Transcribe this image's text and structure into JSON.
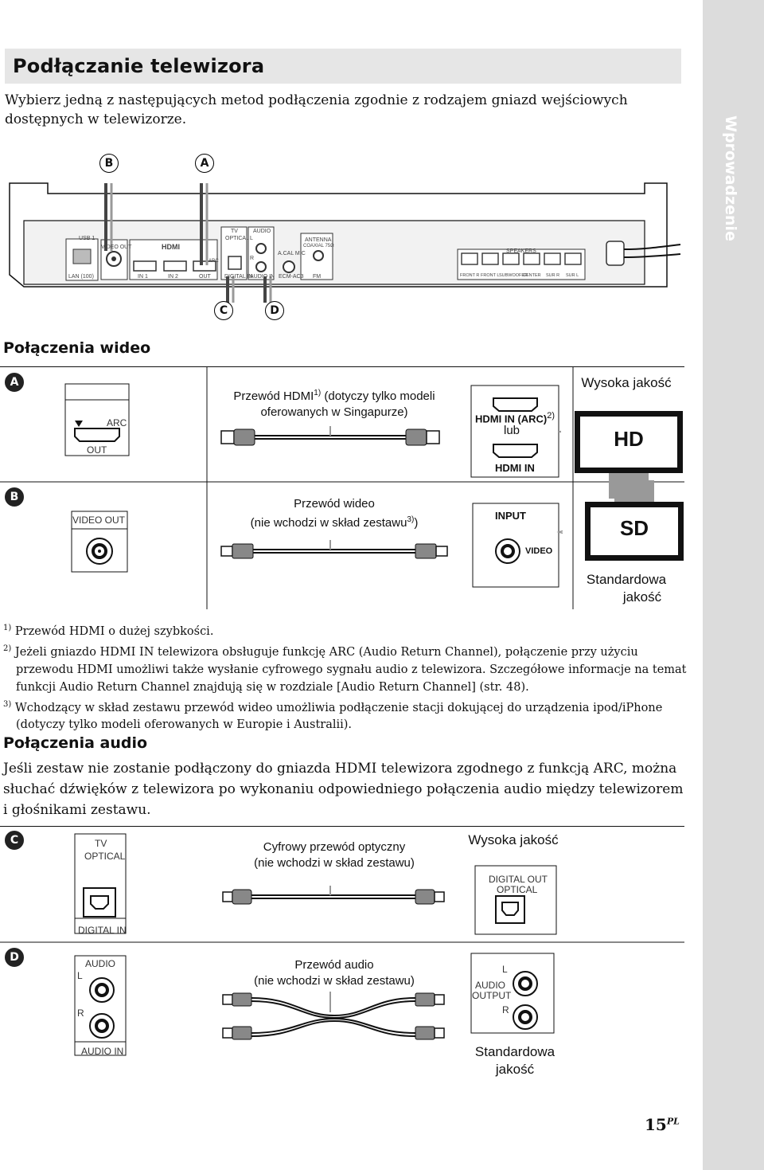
{
  "side_tab": {
    "label": "Wprowadzenie"
  },
  "header": {
    "title": "Podłączanie telewizora",
    "intro": "Wybierz jedną z następujących metod podłączenia zgodnie z rodzajem gniazd wejściowych dostępnych w telewizorze."
  },
  "device": {
    "badge_b": "B",
    "badge_a": "A",
    "badge_c": "C",
    "badge_d": "D",
    "usb": "USB 1",
    "video_out": "VIDEO OUT",
    "hdmi_logo": "HDMI",
    "lan": "LAN (100)",
    "in1": "IN 1",
    "in2": "IN 2",
    "out": "OUT",
    "arc": "ARC",
    "tv": "TV",
    "optical": "OPTICAL",
    "digital_in": "DIGITAL IN",
    "audio": "AUDIO",
    "audio_l": "L",
    "audio_r": "R",
    "audio_in": "AUDIO IN",
    "acal_mic": "A.CAL MIC",
    "ecm": "ECM-AC3",
    "antenna": "ANTENNA",
    "coaxial": "COAXIAL 75Ω",
    "fm": "FM",
    "speakers": "SPEAKERS",
    "speaker_labels": [
      "FRONT R",
      "FRONT L",
      "SUBWOOFER",
      "CENTER",
      "SUR R",
      "SUR L"
    ]
  },
  "video": {
    "heading": "Połączenia wideo",
    "a": {
      "badge": "A",
      "panel_arc": "ARC",
      "panel_out": "OUT",
      "cable_caption_1": "Przewód HDMI",
      "cable_caption_sup": "1)",
      "cable_caption_2": " (dotyczy tylko modeli",
      "cable_caption_3": "oferowanych w Singapurze)",
      "tv_hdmi_arc": "HDMI IN (ARC)",
      "tv_hdmi_arc_sup": "2)",
      "tv_or": "lub",
      "tv_hdmi_in": "HDMI IN",
      "quality": "Wysoka jakość",
      "screen": "HD"
    },
    "b": {
      "badge": "B",
      "panel_label": "VIDEO OUT",
      "cable_caption_1": "Przewód wideo",
      "cable_caption_2": "(nie wchodzi w skład zestawu",
      "cable_caption_sup": "3)",
      "cable_caption_3": ")",
      "tv_input": "INPUT",
      "tv_video": "VIDEO",
      "screen": "SD",
      "quality_1": "Standardowa",
      "quality_2": "jakość"
    }
  },
  "footnotes": [
    {
      "num": "1)",
      "text": "Przewód HDMI o dużej szybkości."
    },
    {
      "num": "2)",
      "text": "Jeżeli gniazdo HDMI IN telewizora obsługuje funkcję ARC (Audio Return Channel), połączenie przy użyciu",
      "cont": [
        "przewodu HDMI umożliwi także wysłanie cyfrowego sygnału audio z telewizora. Szczegółowe informacje na temat",
        "funkcji Audio Return Channel znajdują się w rozdziale [Audio Return Channel] (str. 48)."
      ]
    },
    {
      "num": "3)",
      "text": "Wchodzący w skład zestawu przewód wideo umożliwia podłączenie stacji dokującej do urządzenia ipod/iPhone",
      "cont": [
        "(dotyczy tylko modeli oferowanych w Europie i Australii)."
      ]
    }
  ],
  "audio": {
    "heading": "Połączenia audio",
    "intro_lines": [
      "Jeśli zestaw nie zostanie podłączony do gniazda HDMI telewizora zgodnego z funkcją ARC, można",
      "słuchać dźwięków z telewizora po wykonaniu odpowiedniego połączenia audio między telewizorem",
      "i głośnikami zestawu."
    ],
    "c": {
      "badge": "C",
      "panel_tv": "TV",
      "panel_optical": "OPTICAL",
      "panel_digital_in": "DIGITAL IN",
      "cable_caption_1": "Cyfrowy przewód optyczny",
      "cable_caption_2": "(nie wchodzi w skład zestawu)",
      "quality": "Wysoka jakość",
      "tv_digital_out": "DIGITAL OUT",
      "tv_optical": "OPTICAL"
    },
    "d": {
      "badge": "D",
      "panel_audio": "AUDIO",
      "panel_l": "L",
      "panel_r": "R",
      "panel_audio_in": "AUDIO IN",
      "cable_caption_1": "Przewód audio",
      "cable_caption_2": "(nie wchodzi w skład zestawu)",
      "tv_audio": "AUDIO",
      "tv_output": "OUTPUT",
      "tv_l": "L",
      "tv_r": "R",
      "quality_1": "Standardowa",
      "quality_2": "jakość"
    }
  },
  "page": {
    "number": "15",
    "suffix": "PL"
  }
}
